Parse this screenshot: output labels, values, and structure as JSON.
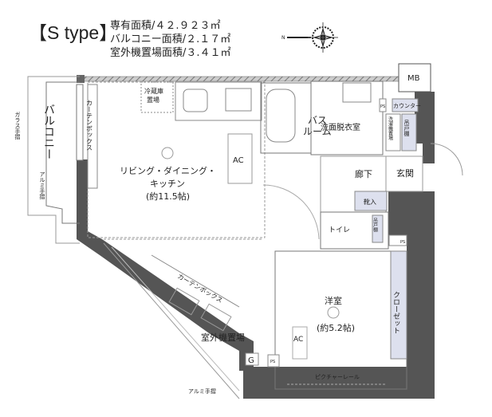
{
  "header": {
    "type_label": "【S type】",
    "areas": [
      "専有面積/４２.９２３㎡",
      "バルコニー面積/２.１７㎡",
      "室外機置場面積/３.４１㎡"
    ]
  },
  "compass": {
    "icon": "compass-north-left-icon",
    "north_mark": "N"
  },
  "rooms": {
    "balcony": "バルコニー",
    "ldk": [
      "リビング・ダイニング・",
      "キッチン",
      "(約11.5帖)"
    ],
    "fridge": [
      "冷蔵庫",
      "置場"
    ],
    "curtain_box": "カーテンボックス",
    "bath": [
      "バス",
      "ルーム"
    ],
    "washroom": "洗面脱衣室",
    "counter": "カウンター",
    "washer": "洗濯機置場",
    "hanging_shelf": "吊戸棚",
    "hall": "廊下",
    "entrance": "玄関",
    "shoe_box": "靴入",
    "toilet": "トイレ",
    "western_room": [
      "洋室",
      "(約5.2帖)"
    ],
    "closet": "クローゼット",
    "outdoor_unit": "室外機置場",
    "picture_rail": "ピクチャーレール",
    "mb": "MB",
    "ps": "PS",
    "ac": "AC",
    "gas": "G",
    "glass_rail": "ガラス手摺",
    "alu_rail": "アルミ手摺"
  },
  "colors": {
    "wall": "#555555",
    "fixture": "#dde0ee",
    "accent": "#2a4a9a"
  }
}
